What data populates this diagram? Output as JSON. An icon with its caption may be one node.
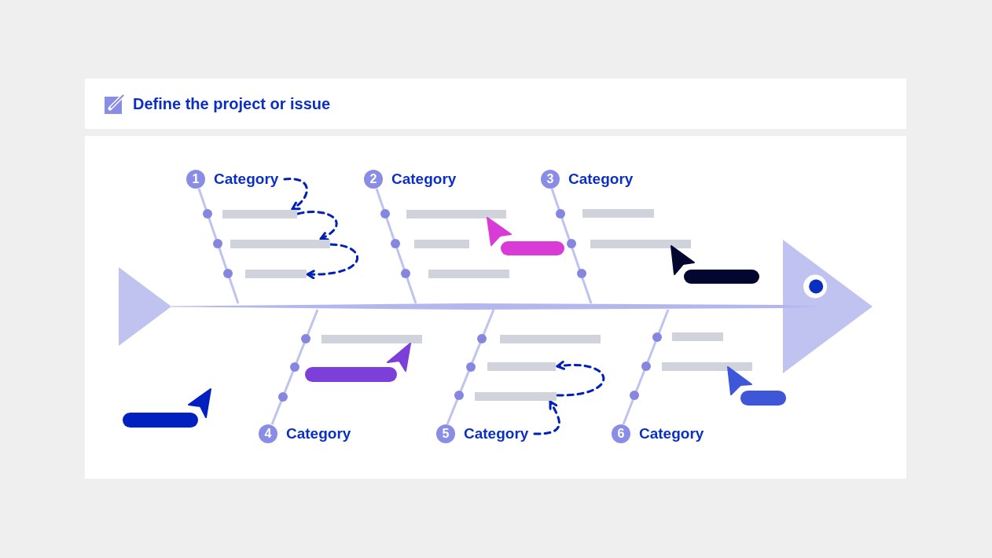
{
  "diagram": {
    "title": "Define the project or issue",
    "nodes": [
      {
        "text": [
          "1",
          "Category"
        ]
      },
      {
        "text": [],
        "shape": "bar"
      },
      {
        "text": [],
        "shape": "bar"
      },
      {
        "text": [],
        "shape": "bar"
      },
      {
        "text": [
          "2",
          "Category"
        ]
      },
      {
        "text": [],
        "shape": "bar"
      },
      {
        "text": [],
        "shape": "bar"
      },
      {
        "text": [],
        "shape": "bar"
      },
      {
        "text": [
          "3",
          "Category"
        ]
      },
      {
        "text": [],
        "shape": "bar"
      },
      {
        "text": [],
        "shape": "bar"
      },
      {
        "text": [],
        "shape": "bar"
      },
      {
        "text": [],
        "shape": "bar"
      },
      {
        "text": [
          "4",
          "Category"
        ]
      },
      {
        "text": [],
        "shape": "bar"
      },
      {
        "text": [],
        "shape": "bar"
      },
      {
        "text": [],
        "shape": "bar"
      },
      {
        "text": [
          "5",
          "Category"
        ]
      },
      {
        "text": [],
        "shape": "bar"
      },
      {
        "text": [],
        "shape": "bar"
      },
      {
        "text": [
          "6",
          "Category"
        ]
      },
      {
        "text": [],
        "shape": "triangle"
      },
      {
        "text": [],
        "shape": "triangle"
      }
    ],
    "edges": [
      {
        "from": 0,
        "to": 11,
        "arrow": "none"
      },
      {
        "from": 4,
        "to": 11,
        "arrow": "none"
      },
      {
        "from": 8,
        "to": 11,
        "arrow": "none"
      },
      {
        "from": 13,
        "to": 11,
        "arrow": "none"
      },
      {
        "from": 17,
        "to": 11,
        "arrow": "none"
      },
      {
        "from": 20,
        "to": 11,
        "arrow": "none"
      },
      {
        "from": 0,
        "to": 1,
        "arrow": "to",
        "style": "dashed",
        "color": "#0021b8"
      },
      {
        "from": 1,
        "to": 2,
        "arrow": "to",
        "style": "dashed",
        "color": "#0021b8"
      },
      {
        "from": 2,
        "to": 3,
        "arrow": "to",
        "style": "dashed",
        "color": "#0021b8"
      },
      {
        "from": 17,
        "to": 16,
        "arrow": "to",
        "style": "dashed",
        "color": "#0021b8"
      },
      {
        "from": 16,
        "to": 15,
        "arrow": "to",
        "style": "dashed",
        "color": "#0021b8"
      }
    ]
  }
}
